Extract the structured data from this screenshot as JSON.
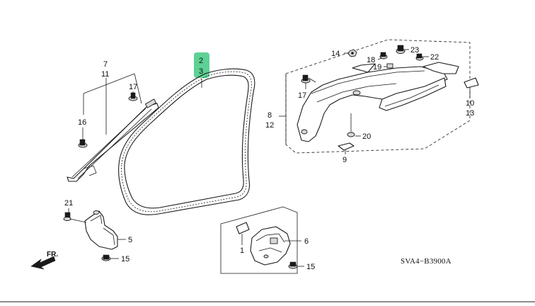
{
  "diagram": {
    "highlight_color": "#5ed195",
    "labels": {
      "l7": "7",
      "l11": "11",
      "l17a": "17",
      "l16": "16",
      "l2": "2",
      "l3": "3",
      "l14": "14",
      "l23": "23",
      "l22": "22",
      "l18": "18",
      "l19": "19",
      "l17b": "17",
      "l8": "8",
      "l12": "12",
      "l20": "20",
      "l9": "9",
      "l10": "10",
      "l13": "13",
      "l21": "21",
      "l5": "5",
      "l15a": "15",
      "l1": "1",
      "l6": "6",
      "l15b": "15"
    },
    "fr_arrow": "FR.",
    "drawing_code": "SVA4−B3900A"
  }
}
